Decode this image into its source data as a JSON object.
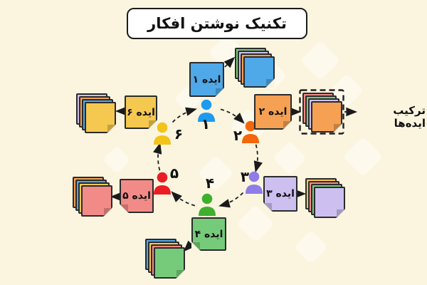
{
  "title": {
    "text": "تکنیک نوشتن افکار"
  },
  "colors": {
    "background": "#FBF5DF",
    "outline": "#1f1f1f",
    "title_bg": "#FFFFFF"
  },
  "combine": {
    "label": "ترکیب ایده‌ها"
  },
  "ideas": [
    {
      "label": "ایده ۱",
      "number": "۱",
      "note_color": "#4FA8E8",
      "person_color": "#1D9BF0",
      "stack": [
        "#76CB7B",
        "#CDC0F0",
        "#F5A053",
        "#4FA8E8"
      ]
    },
    {
      "label": "ایده ۲",
      "number": "۲",
      "note_color": "#F5A053",
      "person_color": "#F4660B",
      "stack": [
        "#F28B88",
        "#76CB7B",
        "#CDC0F0",
        "#F5A053"
      ]
    },
    {
      "label": "ایده ۳",
      "number": "۳",
      "note_color": "#CDC0F0",
      "person_color": "#8F7CE8",
      "stack": [
        "#F5C850",
        "#F28B88",
        "#76CB7B",
        "#CDC0F0"
      ]
    },
    {
      "label": "ایده ۴",
      "number": "۴",
      "note_color": "#76CB7B",
      "person_color": "#3FAF2E",
      "stack": [
        "#4FA8E8",
        "#F5C850",
        "#F28B88",
        "#76CB7B"
      ]
    },
    {
      "label": "ایده ۵",
      "number": "۵",
      "note_color": "#F28B88",
      "person_color": "#EA1D25",
      "stack": [
        "#F5A053",
        "#4FA8E8",
        "#F5C850",
        "#F28B88"
      ]
    },
    {
      "label": "ایده ۶",
      "number": "۶",
      "note_color": "#F5C850",
      "person_color": "#F3C318",
      "stack": [
        "#CDC0F0",
        "#F5A053",
        "#4FA8E8",
        "#F5C850"
      ]
    }
  ]
}
